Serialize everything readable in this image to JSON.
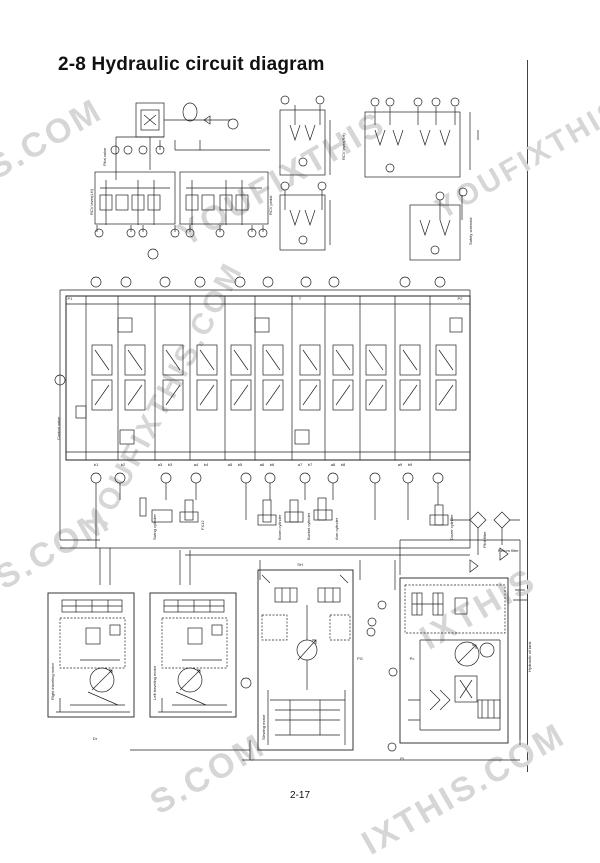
{
  "page": {
    "title": "2-8  Hydraulic circuit diagram",
    "page_number": "2-17"
  },
  "watermarks": [
    "S.COM",
    "YOUFIXTHIS",
    "YOUFIXTHIS.COM",
    "S.COM",
    "IXTHIS",
    "S.COM",
    "IXTHIS.COM",
    "YOUFIXTHIS.COM"
  ],
  "labels": {
    "control_valve": "Control valve",
    "swing_cylinder": "Swing cylinder",
    "boom_cylinder": "Boom cylinder",
    "bucket_cylinder": "Bucket cylinder",
    "arm_cylinder": "Arm cylinder",
    "dozer_cylinder": "Dozer cylinder",
    "right_travel_motor": "Right traveling motor",
    "left_travel_motor": "Left traveling motor",
    "swing_motor": "Slewing motor",
    "hydraulic_tank": "Hydraulic oil tank",
    "pilot_filter": "Pilot filter",
    "return_filter": "Return filter",
    "rcv_lever_left": "RCV lever(LH)",
    "rcv_lever_right": "RCV lever(RH)",
    "rcv_pedal": "RCV pedal",
    "pilot_valve": "Pilot valve",
    "safety_solenoid": "Safety solenoid",
    "fx12": "FX12"
  },
  "port_circles": [
    "b1",
    "b2",
    "a3",
    "b3",
    "a4",
    "b4",
    "a5",
    "b5",
    "a6",
    "b6",
    "a7",
    "b7",
    "a8",
    "b8",
    "a9",
    "b9",
    "P1",
    "P2",
    "T",
    "Dr",
    "Pi",
    "PG",
    "Pc",
    "SH"
  ]
}
